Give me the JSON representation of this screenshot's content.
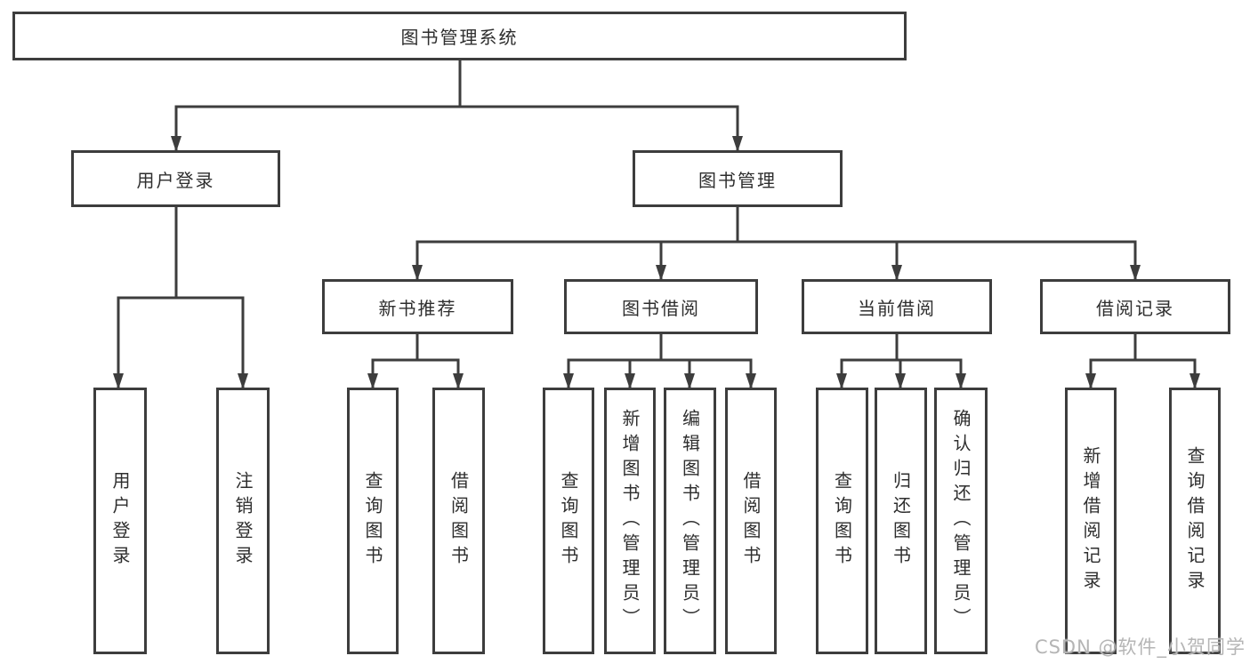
{
  "tree": {
    "label": "图书管理系统",
    "children": [
      {
        "label": "用户登录",
        "children": [
          {
            "label": "用户登录"
          },
          {
            "label": "注销登录"
          }
        ]
      },
      {
        "label": "图书管理",
        "children": [
          {
            "label": "新书推荐",
            "children": [
              {
                "label": "查询图书"
              },
              {
                "label": "借阅图书"
              }
            ]
          },
          {
            "label": "图书借阅",
            "children": [
              {
                "label": "查询图书"
              },
              {
                "label": "新增图书（管理员）"
              },
              {
                "label": "编辑图书（管理员）"
              },
              {
                "label": "借阅图书"
              }
            ]
          },
          {
            "label": "当前借阅",
            "children": [
              {
                "label": "查询图书"
              },
              {
                "label": "归还图书"
              },
              {
                "label": "确认归还（管理员）"
              }
            ]
          },
          {
            "label": "借阅记录",
            "children": [
              {
                "label": "新增借阅记录"
              },
              {
                "label": "查询借阅记录"
              }
            ]
          }
        ]
      }
    ]
  },
  "watermark": {
    "text": "CSDN @软件_小贺同学"
  },
  "colors": {
    "line": "#3d3d3d",
    "border": "#3d3d3d",
    "text": "#2e2e2e",
    "background": "#ffffff",
    "watermark": "#b5b5b5"
  }
}
